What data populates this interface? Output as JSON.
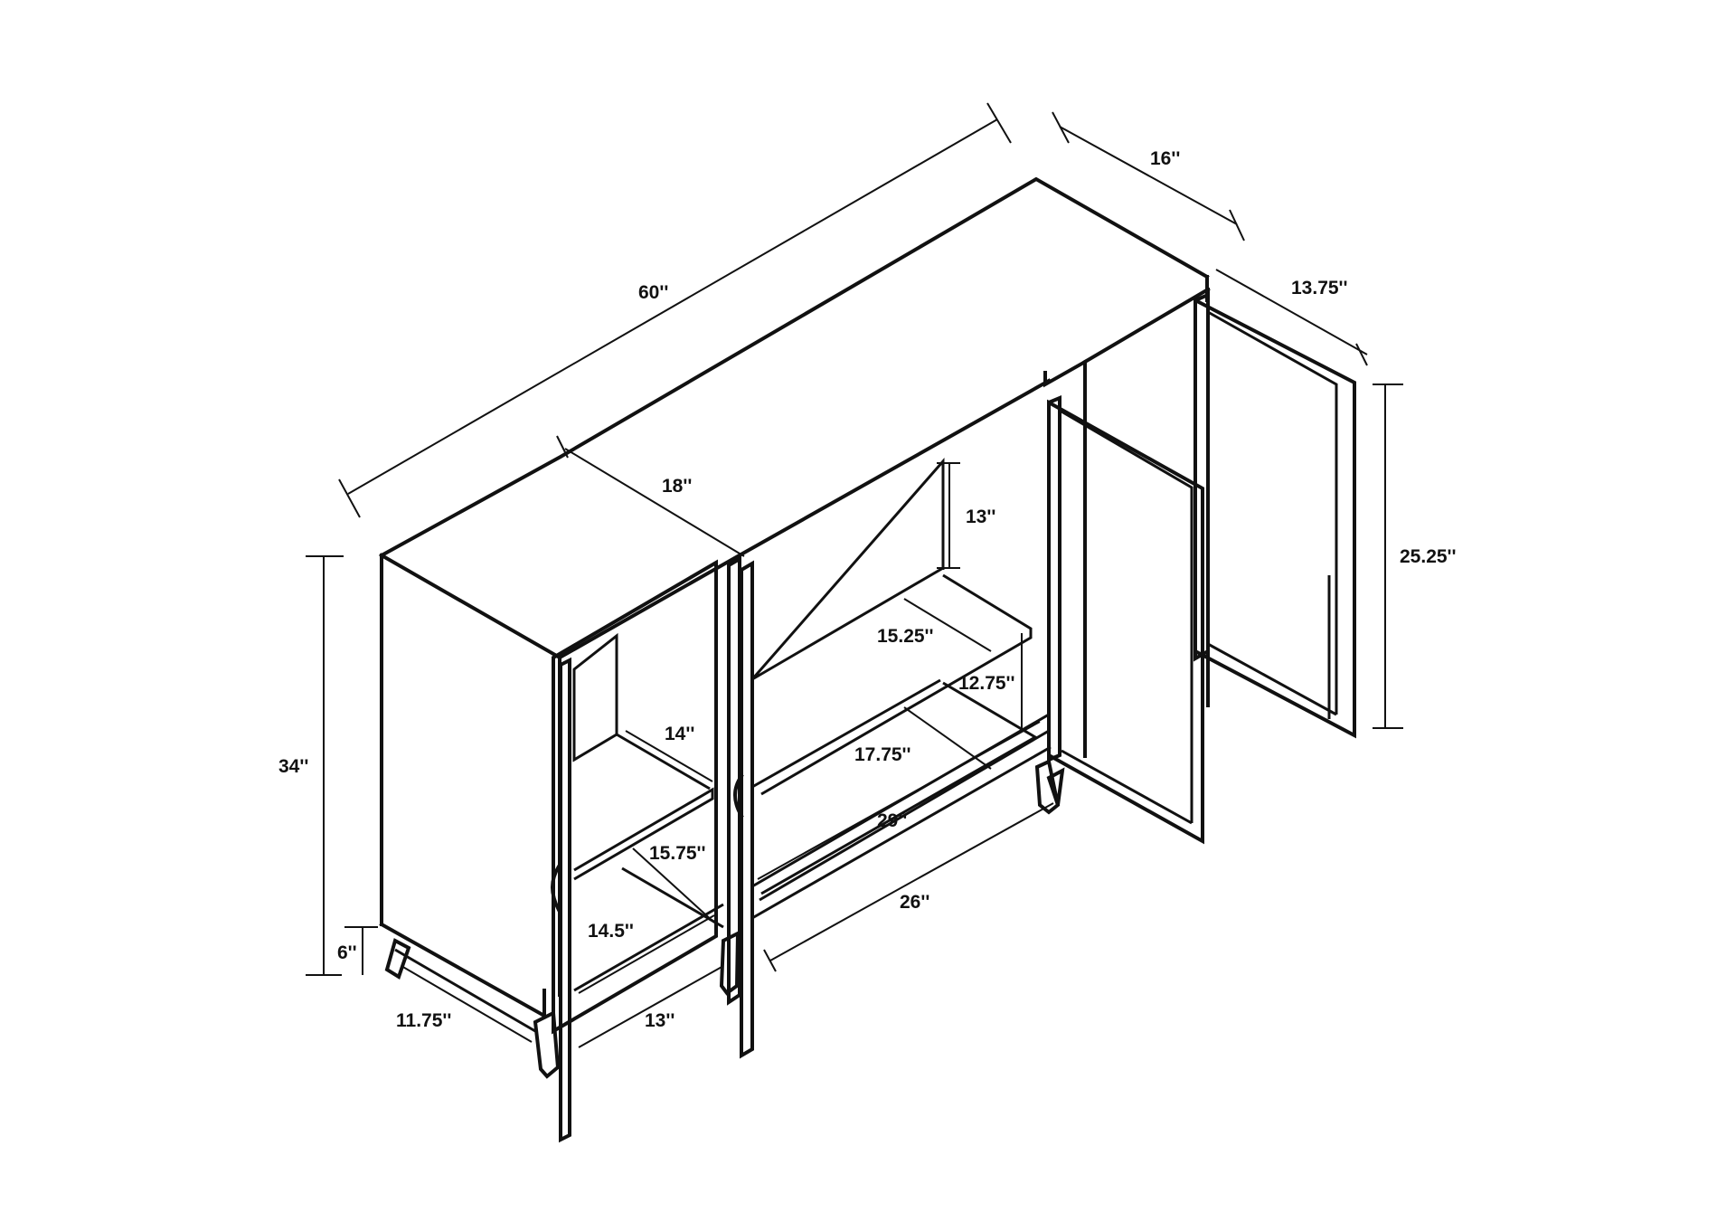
{
  "diagram": {
    "line_color": "#111111",
    "background": "#ffffff",
    "dimensions": {
      "total_width": "60''",
      "depth_top": "16''",
      "depth_right_section": "13.75''",
      "depth_left_section": "18''",
      "total_height": "34''",
      "leg_height": "6''",
      "left_opening_width": "11.75''",
      "left_door_width": "13''",
      "left_shelf_depth": "14''",
      "left_lower_depth": "15.75''",
      "left_lower_height": "14.5''",
      "center_top_height": "13''",
      "center_shelf_depth": "15.25''",
      "center_shelf_gap": "12.75''",
      "center_lower_depth": "17.75''",
      "center_width": "29''",
      "center_base_width": "26''",
      "right_door_height": "25.25''"
    }
  }
}
